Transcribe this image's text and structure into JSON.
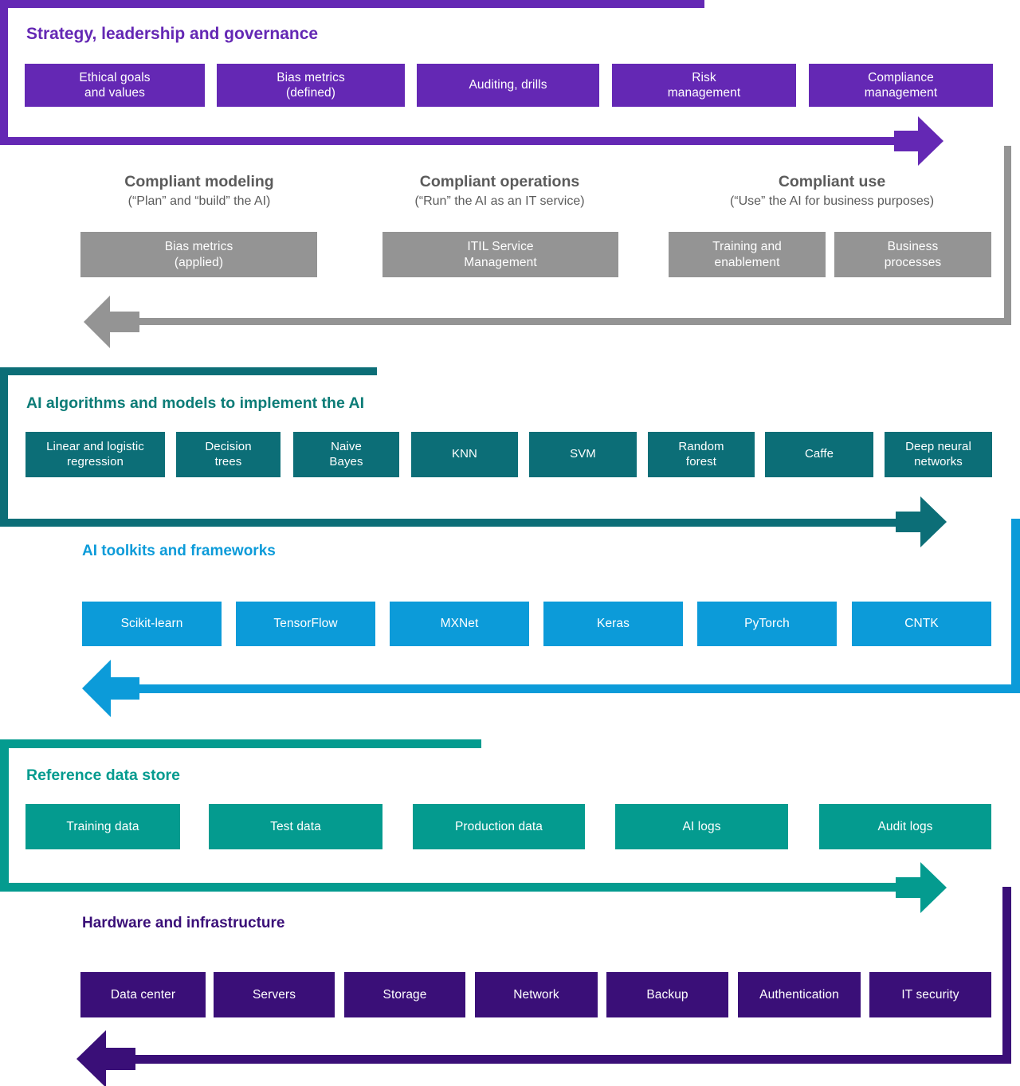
{
  "colors": {
    "purple": "#6428B4",
    "purple_dark": "#3A0F78",
    "gray": "#949494",
    "teal_dark": "#0C6E77",
    "teal_heading": "#0C7C77",
    "blue": "#0C9BD9",
    "teal_green": "#049B8F"
  },
  "strategy": {
    "heading": "Strategy, leadership and governance",
    "items": [
      "Ethical goals\nand values",
      "Bias metrics\n(defined)",
      "Auditing, drills",
      "Risk\nmanagement",
      "Compliance\nmanagement"
    ]
  },
  "phases": [
    {
      "title": "Compliant modeling",
      "subtitle": "(“Plan” and “build” the AI)",
      "items": [
        "Bias metrics\n(applied)"
      ]
    },
    {
      "title": "Compliant operations",
      "subtitle": "(“Run” the AI as an IT service)",
      "items": [
        "ITIL Service\nManagement"
      ]
    },
    {
      "title": "Compliant use",
      "subtitle": "(“Use” the AI for business purposes)",
      "items": [
        "Training and\nenablement",
        "Business\nprocesses"
      ]
    }
  ],
  "algorithms": {
    "heading": "AI algorithms and models to implement the AI",
    "items": [
      "Linear and logistic\nregression",
      "Decision\ntrees",
      "Naive\nBayes",
      "KNN",
      "SVM",
      "Random\nforest",
      "Caffe",
      "Deep neural\nnetworks"
    ]
  },
  "toolkits": {
    "heading": "AI toolkits and frameworks",
    "items": [
      "Scikit-learn",
      "TensorFlow",
      "MXNet",
      "Keras",
      "PyTorch",
      "CNTK"
    ]
  },
  "refdata": {
    "heading": "Reference data store",
    "items": [
      "Training data",
      "Test data",
      "Production data",
      "AI logs",
      "Audit logs"
    ]
  },
  "hardware": {
    "heading": "Hardware and infrastructure",
    "items": [
      "Data center",
      "Servers",
      "Storage",
      "Network",
      "Backup",
      "Authentication",
      "IT security"
    ]
  },
  "arrows": [
    {
      "name": "strategy-flow-arrow",
      "direction": "right",
      "color": "#6428B4"
    },
    {
      "name": "phases-return-arrow",
      "direction": "left",
      "color": "#949494"
    },
    {
      "name": "algorithms-flow-arrow",
      "direction": "right",
      "color": "#0C6E77"
    },
    {
      "name": "toolkits-return-arrow",
      "direction": "left",
      "color": "#0C9BD9"
    },
    {
      "name": "refdata-flow-arrow",
      "direction": "right",
      "color": "#049B8F"
    },
    {
      "name": "hardware-return-arrow",
      "direction": "left",
      "color": "#3A0F78"
    }
  ]
}
